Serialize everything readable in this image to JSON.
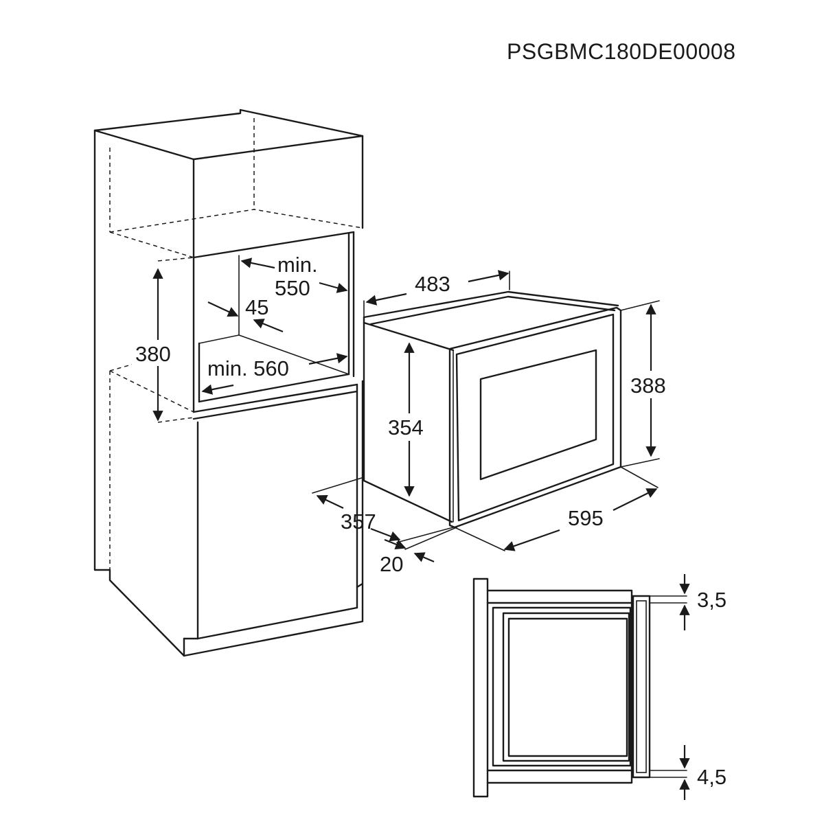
{
  "doc_code": "PSGBMC180DE00008",
  "dimensions": {
    "niche_width_min_label": "min.",
    "niche_width_min_value": "550",
    "niche_depth_offset": "45",
    "niche_height": "380",
    "niche_depth_min": "min. 560",
    "unit_width": "483",
    "frame_height": "388",
    "unit_height": "354",
    "unit_depth": "357",
    "frame_width": "595",
    "frame_thickness": "20",
    "gap_top": "3,5",
    "gap_bottom": "4,5"
  }
}
